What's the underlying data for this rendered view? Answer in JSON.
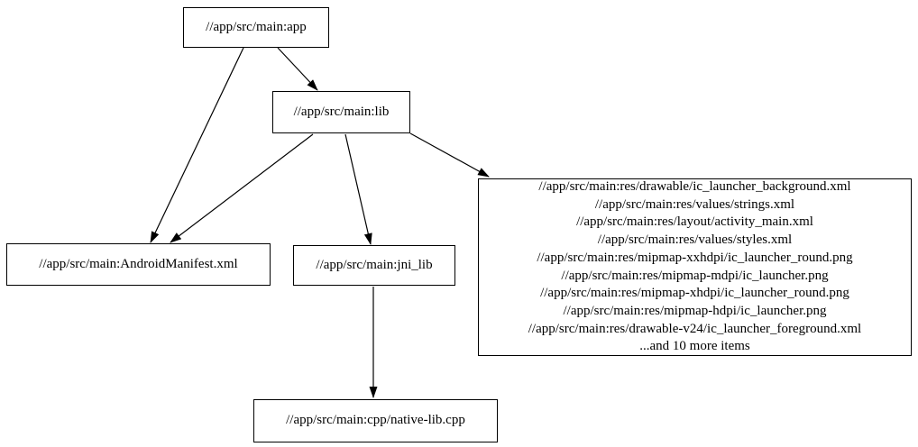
{
  "diagram": {
    "type": "directed-graph",
    "background_color": "#ffffff",
    "node_border_color": "#000000",
    "edge_color": "#000000",
    "text_color": "#000000",
    "nodes": {
      "app": {
        "label": "//app/src/main:app"
      },
      "lib": {
        "label": "//app/src/main:lib"
      },
      "manifest": {
        "label": "//app/src/main:AndroidManifest.xml"
      },
      "jni_lib": {
        "label": "//app/src/main:jni_lib"
      },
      "resources": {
        "lines": [
          "//app/src/main:res/drawable/ic_launcher_background.xml",
          "//app/src/main:res/values/strings.xml",
          "//app/src/main:res/layout/activity_main.xml",
          "//app/src/main:res/values/styles.xml",
          "//app/src/main:res/mipmap-xxhdpi/ic_launcher_round.png",
          "//app/src/main:res/mipmap-mdpi/ic_launcher.png",
          "//app/src/main:res/mipmap-xhdpi/ic_launcher_round.png",
          "//app/src/main:res/mipmap-hdpi/ic_launcher.png",
          "//app/src/main:res/drawable-v24/ic_launcher_foreground.xml",
          "...and 10 more items"
        ]
      },
      "native_lib": {
        "label": "//app/src/main:cpp/native-lib.cpp"
      }
    },
    "edges": [
      {
        "from": "app",
        "to": "lib"
      },
      {
        "from": "app",
        "to": "manifest"
      },
      {
        "from": "lib",
        "to": "manifest"
      },
      {
        "from": "lib",
        "to": "jni_lib"
      },
      {
        "from": "lib",
        "to": "resources"
      },
      {
        "from": "jni_lib",
        "to": "native_lib"
      }
    ]
  }
}
